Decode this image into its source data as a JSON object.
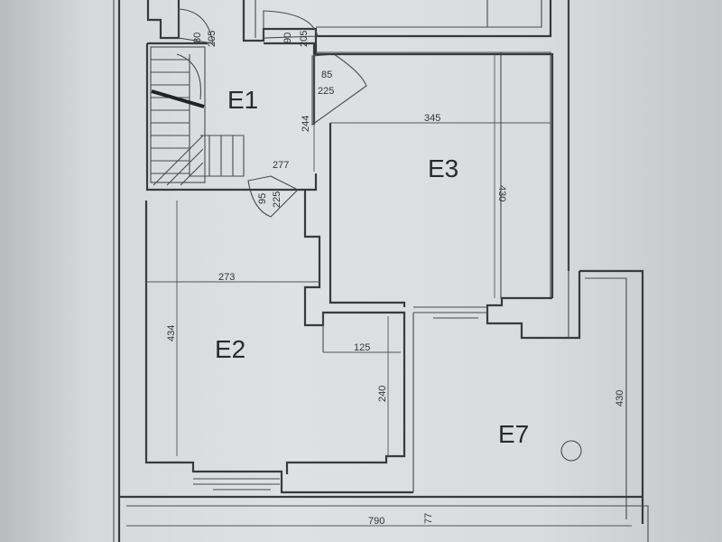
{
  "rooms": {
    "e1": "E1",
    "e2": "E2",
    "e3": "E3",
    "e7": "E7"
  },
  "dimensions": {
    "door_top_left_w": "80",
    "door_top_left_h": "205",
    "door_top_right_w": "90",
    "door_top_right_h": "205",
    "door_e3_w": "85",
    "door_e3_h": "225",
    "door_e2_w": "95",
    "door_e2_h": "225",
    "e1_height": "244",
    "e1_width": "277",
    "e3_width": "345",
    "e3_height": "430",
    "e2_width": "273",
    "e2_height": "434",
    "closet_width": "125",
    "closet_height": "240",
    "e7_height": "430",
    "bottom_width": "790",
    "bottom_depth": "77"
  }
}
